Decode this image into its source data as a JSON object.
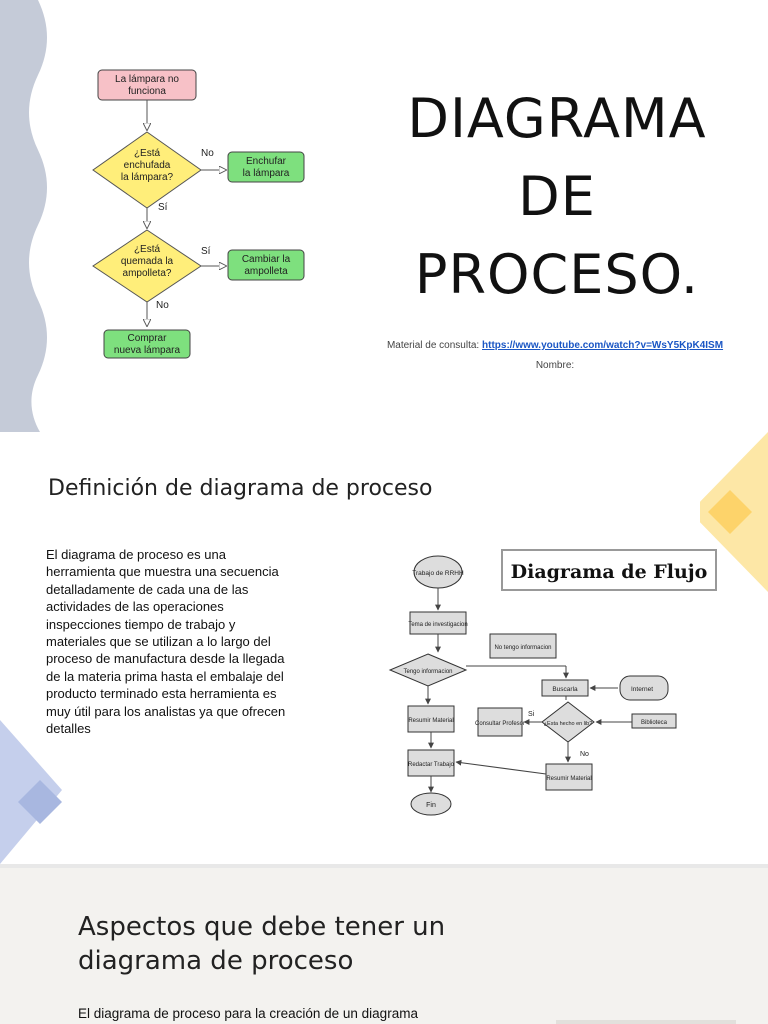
{
  "slide1": {
    "flowchart": {
      "start": "La lámpara no funciona",
      "decision1": "¿Está enchufada la lámpara?",
      "decision1_no": "No",
      "action1": "Enchufar la lámpara",
      "decision1_yes": "Sí",
      "decision2": "¿Está quemada la ampolleta?",
      "decision2_yes": "Sí",
      "action2": "Cambiar la ampolleta",
      "decision2_no": "No",
      "end": "Comprar nueva lámpara"
    },
    "title_line1": "DIAGRAMA",
    "title_line2": "DE",
    "title_line3": "PROCESO.",
    "reference_label": "Material de consulta:",
    "reference_link": "https://www.youtube.com/watch?v=WsY5KpK4ISM",
    "name_label": "Nombre:"
  },
  "slide2": {
    "heading": "Definición de diagrama de proceso",
    "paragraph": "El diagrama de proceso es una herramienta que muestra una secuencia detalladamente de cada una de las actividades de las operaciones  inspecciones tiempo de trabajo y materiales que se utilizan a lo largo del proceso de manufactura desde la llegada de la materia prima hasta el embalaje del producto terminado esta herramienta es muy útil para los analistas ya que ofrecen detalles",
    "image": {
      "title": "Diagrama de Flujo",
      "n_trabajo": "Trabajo de RRHH",
      "n_tema": "Tema de investigacion",
      "n_notengo": "No tengo informacion",
      "n_tengo": "Tengo informacion",
      "n_buscarla": "Buscarla",
      "n_internet": "Internet",
      "n_resumir": "Resumir Material",
      "n_consultar": "Consultar Profesor",
      "n_esta": "¿Esta hecho en lib?",
      "n_biblioteca": "Biblioteca",
      "n_redactar": "Redactar Trabajo",
      "n_resumir2": "Resumir Material",
      "n_fin": "Fin",
      "l_si": "Si",
      "l_no": "No"
    }
  },
  "slide3": {
    "heading": "Aspectos que debe tener un diagrama de proceso",
    "paragraph": "El diagrama de proceso para la creación de un diagrama"
  }
}
